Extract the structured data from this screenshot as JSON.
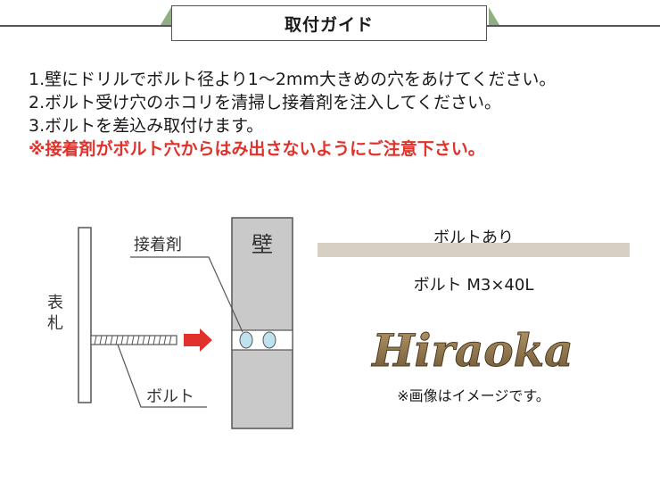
{
  "header": {
    "title": "取付ガイド"
  },
  "steps": [
    "1.壁にドリルでボルト径より1～2mm大きめの穴をあけてください。",
    "2.ボルト受け穴のホコリを清掃し接着剤を注入してください。",
    "3.ボルトを差込み取付けます。"
  ],
  "warning": "※接着剤がボルト穴からはみ出さないようにご注意下さい。",
  "diagram": {
    "wall_label": "壁",
    "adhesive_label": "接着剤",
    "nameplate_label": "表札",
    "bolt_label": "ボルト"
  },
  "product": {
    "bolt_title": "ボルトあり",
    "bolt_spec": "ボルト M3×40L",
    "image_note": "※画像はイメージです。",
    "sample_name": "Hiraoka",
    "colors": {
      "bar": "#d6d0c4",
      "accent_arrow": "#e0322b",
      "header_tri": "#8fae82"
    }
  }
}
